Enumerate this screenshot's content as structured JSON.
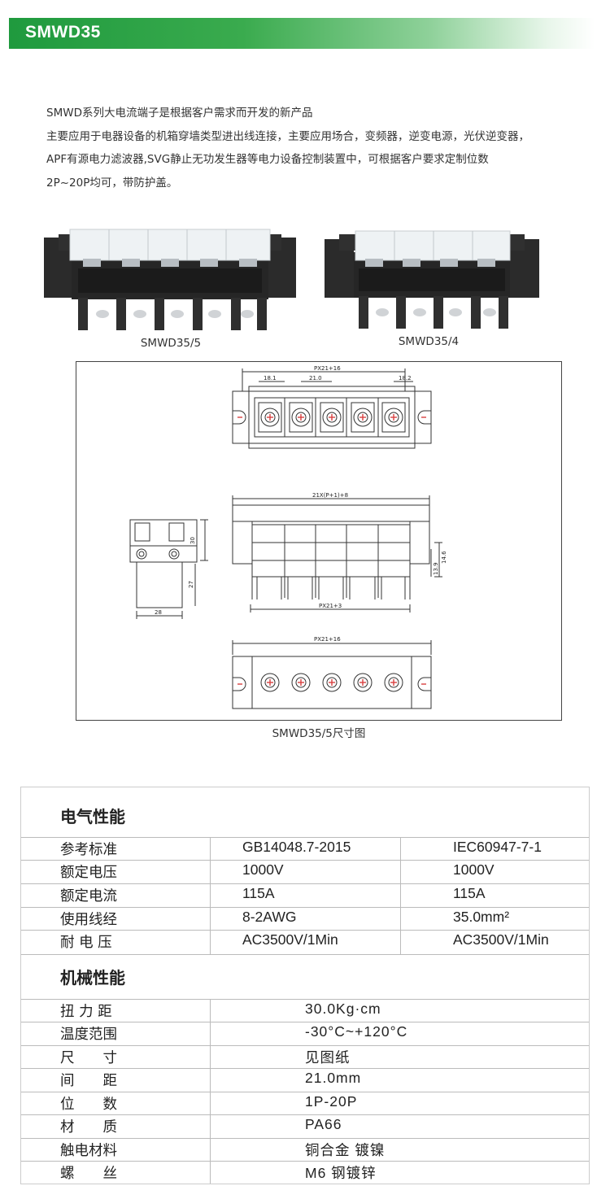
{
  "header": {
    "title": "SMWD35"
  },
  "intro": {
    "lines": [
      "SMWD系列大电流端子是根据客户需求而开发的新产品",
      "主要应用于电器设备的机箱穿墙类型进出线连接，主要应用场合，变频器，逆变电源，光伏逆变器，",
      "APF有源电力滤波器,SVG静止无功发生器等电力设备控制装置中，可根据客户要求定制位数",
      "2P~20P均可，带防护盖。"
    ]
  },
  "photos": {
    "left_caption": "SMWD35/5",
    "right_caption": "SMWD35/4"
  },
  "drawing": {
    "caption": "SMWD35/5尺寸图",
    "dims": {
      "top_overall": "PX21+16",
      "top_left": "18.1",
      "top_mid": "21.0",
      "top_right": "18.2",
      "front_overall": "21X(P+1)+8",
      "front_bottom": "PX21+3",
      "front_h1": "14.6",
      "front_h2": "13.9",
      "side_h1": "30",
      "side_h2": "27",
      "side_w": "28",
      "bottom_overall": "PX21+16"
    }
  },
  "electrical": {
    "title": "电气性能",
    "rows": [
      {
        "label": "参考标准",
        "v1": "GB14048.7-2015",
        "v2": "IEC60947-7-1"
      },
      {
        "label": "额定电压",
        "v1": "1000V",
        "v2": "1000V"
      },
      {
        "label": "额定电流",
        "v1": "115A",
        "v2": "115A"
      },
      {
        "label": "使用线经",
        "v1": "8-2AWG",
        "v2": "35.0mm²"
      },
      {
        "label": "耐 电 压",
        "v1": "AC3500V/1Min",
        "v2": "AC3500V/1Min"
      }
    ]
  },
  "mechanical": {
    "title": "机械性能",
    "rows": [
      {
        "label": "扭 力 距",
        "value": "30.0Kg·cm"
      },
      {
        "label": "温度范围",
        "value": "-30°C~+120°C"
      },
      {
        "label": "尺　　寸",
        "value": "见图纸"
      },
      {
        "label": "间　　距",
        "value": "21.0mm"
      },
      {
        "label": "位　　数",
        "value": "1P-20P"
      },
      {
        "label": "材　　质",
        "value": "PA66"
      },
      {
        "label": "触电材料",
        "value": "铜合金 镀镍"
      },
      {
        "label": "螺　　丝",
        "value": "M6 钢镀锌"
      }
    ]
  },
  "colors": {
    "banner": "#1f9a3e",
    "housing": "#2a2a2a",
    "cover": "#e9eef0"
  }
}
